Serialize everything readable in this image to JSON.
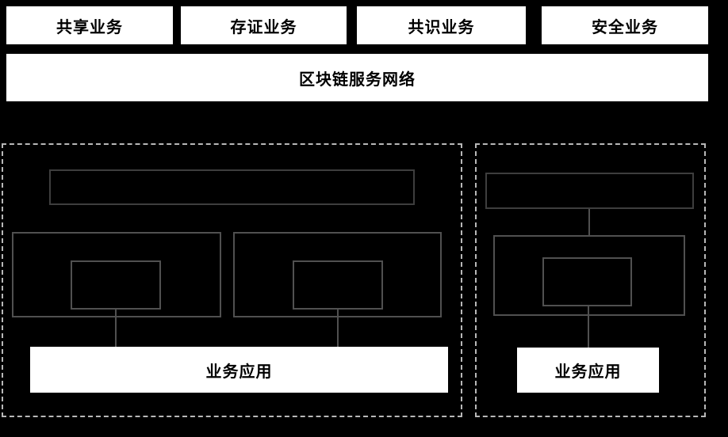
{
  "colors": {
    "background": "#000000",
    "box_fill": "#ffffff",
    "box_text": "#000000",
    "outline_gray": "#505050",
    "outline_dark_gray": "#3e3e3e",
    "dashed_border": "#b8b8b8"
  },
  "top_services": [
    {
      "label": "共享业务"
    },
    {
      "label": "存证业务"
    },
    {
      "label": "共识业务"
    },
    {
      "label": "安全业务"
    }
  ],
  "network_bar": {
    "label": "区块链服务网络"
  },
  "left_cluster": {
    "business_app_label": "业务应用"
  },
  "right_cluster": {
    "business_app_label": "业务应用"
  }
}
